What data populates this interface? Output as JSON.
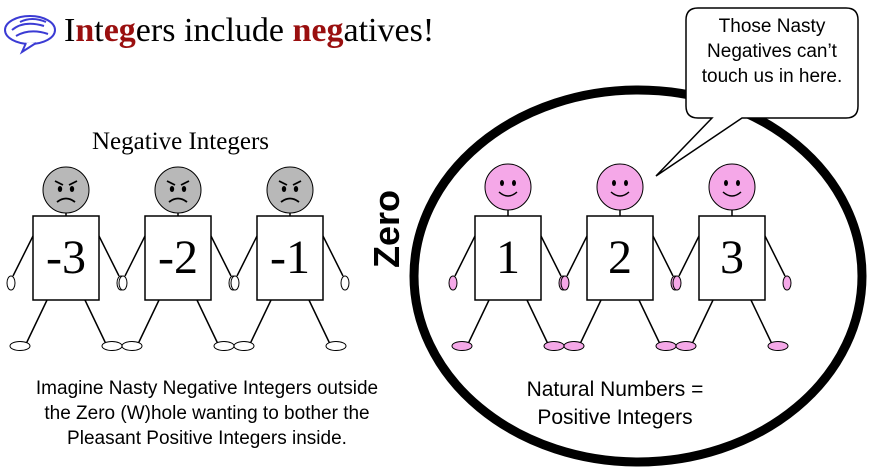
{
  "title": {
    "segments": [
      {
        "text": "I",
        "style": "plain"
      },
      {
        "text": "n",
        "style": "red"
      },
      {
        "text": "t",
        "style": "plain"
      },
      {
        "text": "eg",
        "style": "red"
      },
      {
        "text": "ers include ",
        "style": "plain"
      },
      {
        "text": "neg",
        "style": "red"
      },
      {
        "text": "atives!",
        "style": "plain"
      }
    ],
    "icon": "speech-bubble-swirl-icon"
  },
  "negative_group": {
    "heading": "Negative Integers",
    "figures": [
      {
        "label": "-3",
        "face": "frowning",
        "color": "#b8b8b8"
      },
      {
        "label": "-2",
        "face": "frowning",
        "color": "#b8b8b8"
      },
      {
        "label": "-1",
        "face": "frowning",
        "color": "#b8b8b8"
      }
    ],
    "caption_lines": [
      "Imagine Nasty Negative Integers outside",
      "the Zero (W)hole wanting to bother the",
      "Pleasant Positive Integers inside."
    ]
  },
  "zero_label": "Zero",
  "positive_group": {
    "figures": [
      {
        "label": "1",
        "face": "smiling",
        "color": "#f5a8e8"
      },
      {
        "label": "2",
        "face": "smiling",
        "color": "#f5a8e8"
      },
      {
        "label": "3",
        "face": "smiling",
        "color": "#f5a8e8"
      }
    ],
    "caption_lines": [
      "Natural Numbers =",
      "Positive Integers"
    ]
  },
  "speech_bubble": {
    "lines": [
      "Those Nasty",
      "Negatives can’t",
      "touch us in here."
    ]
  }
}
